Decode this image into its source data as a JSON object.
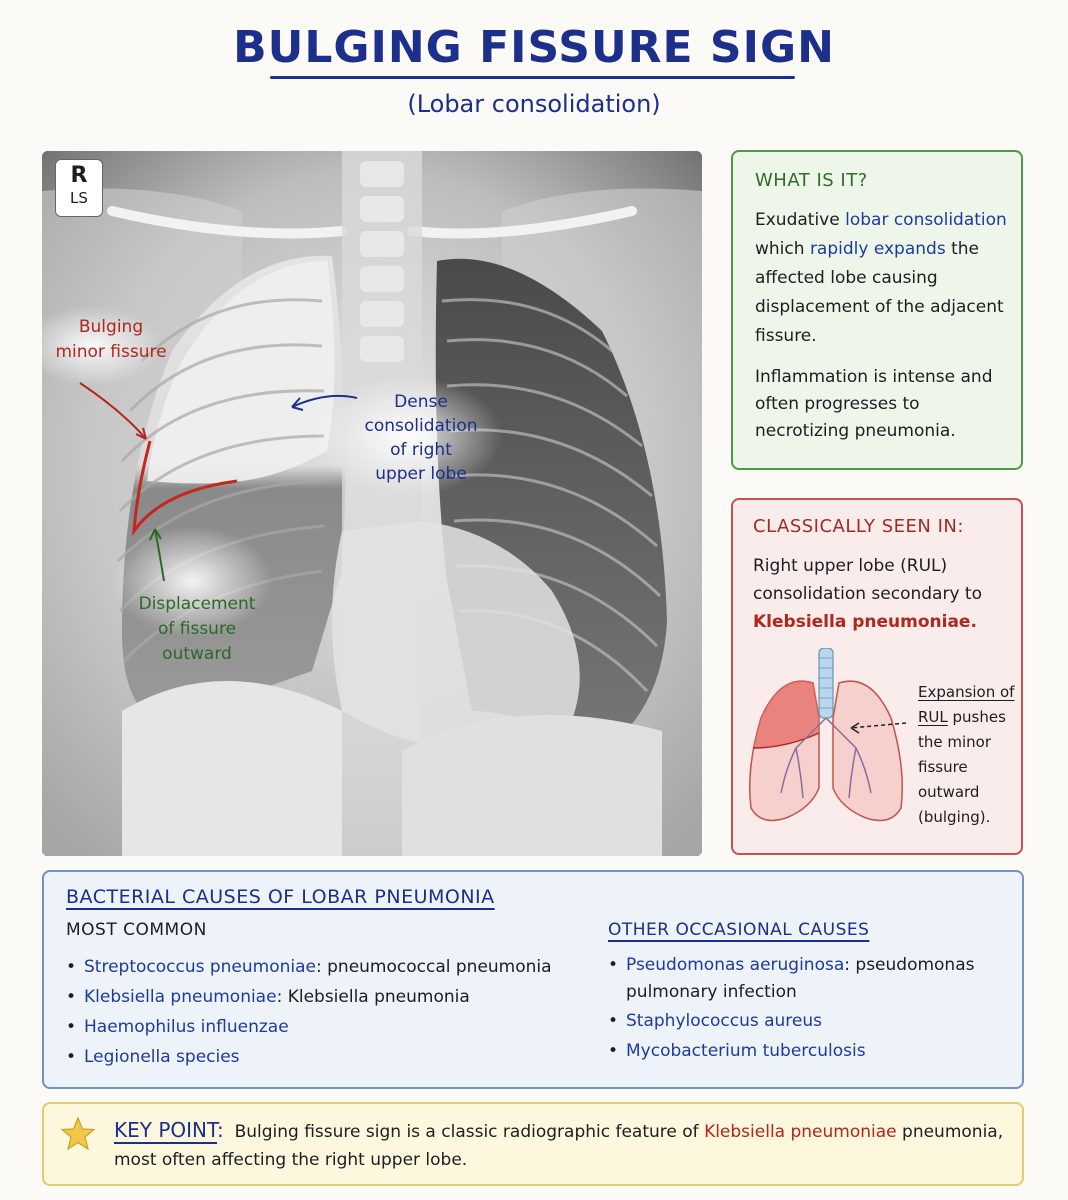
{
  "title": "BULGING FISSURE SIGN",
  "subtitle": "(Lobar consolidation)",
  "xray": {
    "marker_r": "R",
    "marker_ls": "LS",
    "labels": {
      "bulging_line1": "Bulging",
      "bulging_line2": "minor fissure",
      "dense_line1": "Dense",
      "dense_line2": "consolidation",
      "dense_line3": "of right",
      "dense_line4": "upper lobe",
      "displace_line1": "Displacement",
      "displace_line2": "of fissure",
      "displace_line3": "outward"
    }
  },
  "what_is_it": {
    "heading": "WHAT IS IT?",
    "p1_a": "Exudative ",
    "p1_b": "lobar consolidation",
    "p1_c": " which ",
    "p1_d": "rapidly expands",
    "p1_e": " the affected lobe causing displacement of the adjacent fissure.",
    "p2": "Inflammation is intense and often progresses to necrotizing pneumonia."
  },
  "classically": {
    "heading": "CLASSICALLY SEEN IN:",
    "p1": "Right upper lobe (RUL) consolidation secondary to",
    "p1_red": "Klebsiella pneumoniae.",
    "note_line1": "Expansion of",
    "note_rul": "RUL",
    "note_line2_rest": " pushes",
    "note_line3": "the minor",
    "note_line4": "fissure",
    "note_line5": "outward",
    "note_line6": "(bulging)."
  },
  "causes": {
    "heading": "BACTERIAL CAUSES OF LOBAR PNEUMONIA",
    "most_common": {
      "heading": "MOST COMMON",
      "items": [
        {
          "organism": "Streptococcus pneumoniae",
          "desc": ": pneumococcal pneumonia"
        },
        {
          "organism": "Klebsiella pneumoniae",
          "desc": ": Klebsiella pneumonia"
        },
        {
          "organism": "Haemophilus influenzae",
          "desc": ""
        },
        {
          "organism": "Legionella species",
          "desc": ""
        }
      ]
    },
    "other": {
      "heading": "OTHER OCCASIONAL CAUSES",
      "items": [
        {
          "organism": "Pseudomonas aeruginosa",
          "desc": ": pseudomonas pulmonary infection"
        },
        {
          "organism": "Staphylococcus aureus",
          "desc": ""
        },
        {
          "organism": "Mycobacterium tuberculosis",
          "desc": ""
        }
      ]
    }
  },
  "key_point": {
    "label": "KEY POINT",
    "colon": ":",
    "text_a": "Bulging fissure sign is a classic radiographic feature of ",
    "text_red": "Klebsiella pneumoniae",
    "text_b": " pneumonia, most often affecting the right upper lobe."
  },
  "colors": {
    "title": "#1c2f8a",
    "green_box": "#4e9a44",
    "red_box": "#c6534d",
    "blue_box": "#7191c7",
    "yellow_box": "#e1cc72",
    "highlight_red": "#b2261e"
  }
}
